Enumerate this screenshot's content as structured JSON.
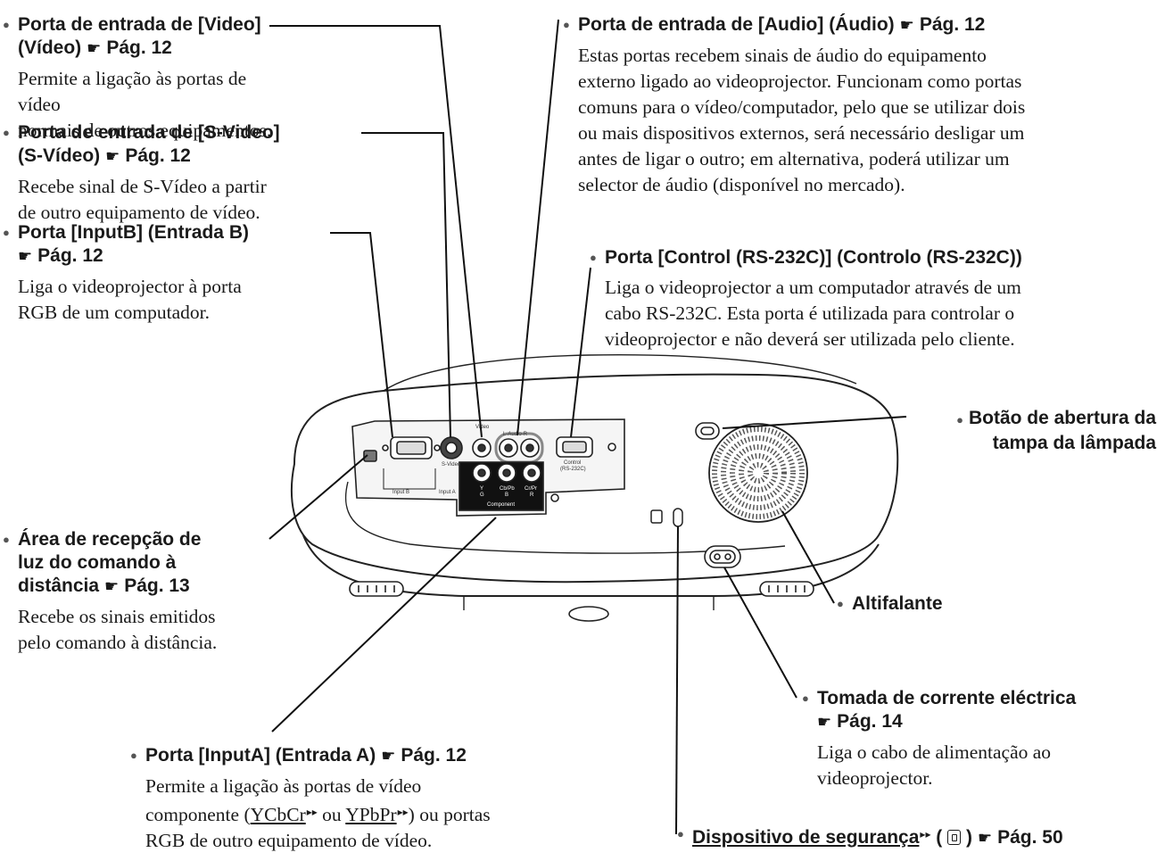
{
  "labels": {
    "video": {
      "title_1": "Porta de entrada de [Video]",
      "title_2": "(Vídeo)",
      "ref": "Pág. 12",
      "desc_1": "Permite a ligação às portas de vídeo",
      "desc_2": "normais de outros equipamentos."
    },
    "svideo": {
      "title_1": "Porta de entrada de [S-Video]",
      "title_2": "(S-Vídeo)",
      "ref": "Pág. 12",
      "desc_1": "Recebe sinal de S-Vídeo a partir",
      "desc_2": "de outro equipamento de vídeo."
    },
    "inputb": {
      "title_1": "Porta [InputB] (Entrada B)",
      "ref": "Pág. 12",
      "desc_1": "Liga o videoprojector à porta",
      "desc_2": "RGB de um computador."
    },
    "remote": {
      "title_1": "Área de recepção de",
      "title_2": "luz do comando à",
      "title_3": "distância",
      "ref": "Pág. 13",
      "desc_1": "Recebe os sinais emitidos",
      "desc_2": "pelo comando à distância."
    },
    "inputa": {
      "title_1": "Porta [InputA] (Entrada A)",
      "ref": "Pág. 12",
      "desc_1": "Permite a ligação às portas de vídeo",
      "desc_2_a": "componente (",
      "term_1": "YCbCr",
      "desc_2_b": " ou ",
      "term_2": "YPbPr",
      "desc_2_c": ") ou portas",
      "desc_3": "RGB de outro equipamento de vídeo."
    },
    "audio": {
      "title_1": "Porta de entrada de [Audio] (Áudio)",
      "ref": "Pág. 12",
      "desc_1": "Estas portas recebem sinais de áudio do equipamento",
      "desc_2": "externo ligado ao videoprojector. Funcionam como portas",
      "desc_3": "comuns para o vídeo/computador, pelo que se utilizar dois",
      "desc_4": "ou mais dispositivos externos, será necessário desligar um",
      "desc_5": "antes de ligar o outro; em alternativa, poderá utilizar um",
      "desc_6": "selector de áudio (disponível no mercado)."
    },
    "control": {
      "title_1": "Porta [Control (RS-232C)] (Controlo (RS-232C))",
      "desc_1": "Liga o videoprojector a um computador através de um",
      "desc_2": "cabo RS-232C. Esta porta é utilizada para controlar o",
      "desc_3": "videoprojector e não deverá ser utilizada pelo cliente."
    },
    "lamp": {
      "title_1": "Botão de abertura da",
      "title_2": "tampa da lâmpada"
    },
    "speaker": {
      "title_1": "Altifalante"
    },
    "power": {
      "title_1": "Tomada de corrente eléctrica",
      "ref": "Pág. 14",
      "desc_1": "Liga o cabo de alimentação ao",
      "desc_2": "videoprojector."
    },
    "security": {
      "title_1": "Dispositivo de segurança",
      "ref": "Pág. 50"
    }
  },
  "panel_labels": {
    "video": "Video",
    "audio": "L-Audio-R",
    "svideo": "S-Video",
    "inputb": "Input B",
    "inputa": "Input A",
    "control_1": "Control",
    "control_2": "(RS-232C)",
    "y": "Y",
    "g": "G",
    "cb": "Cb/Pb",
    "b": "B",
    "cr": "Cr/Pr",
    "r": "R",
    "component": "Component"
  }
}
